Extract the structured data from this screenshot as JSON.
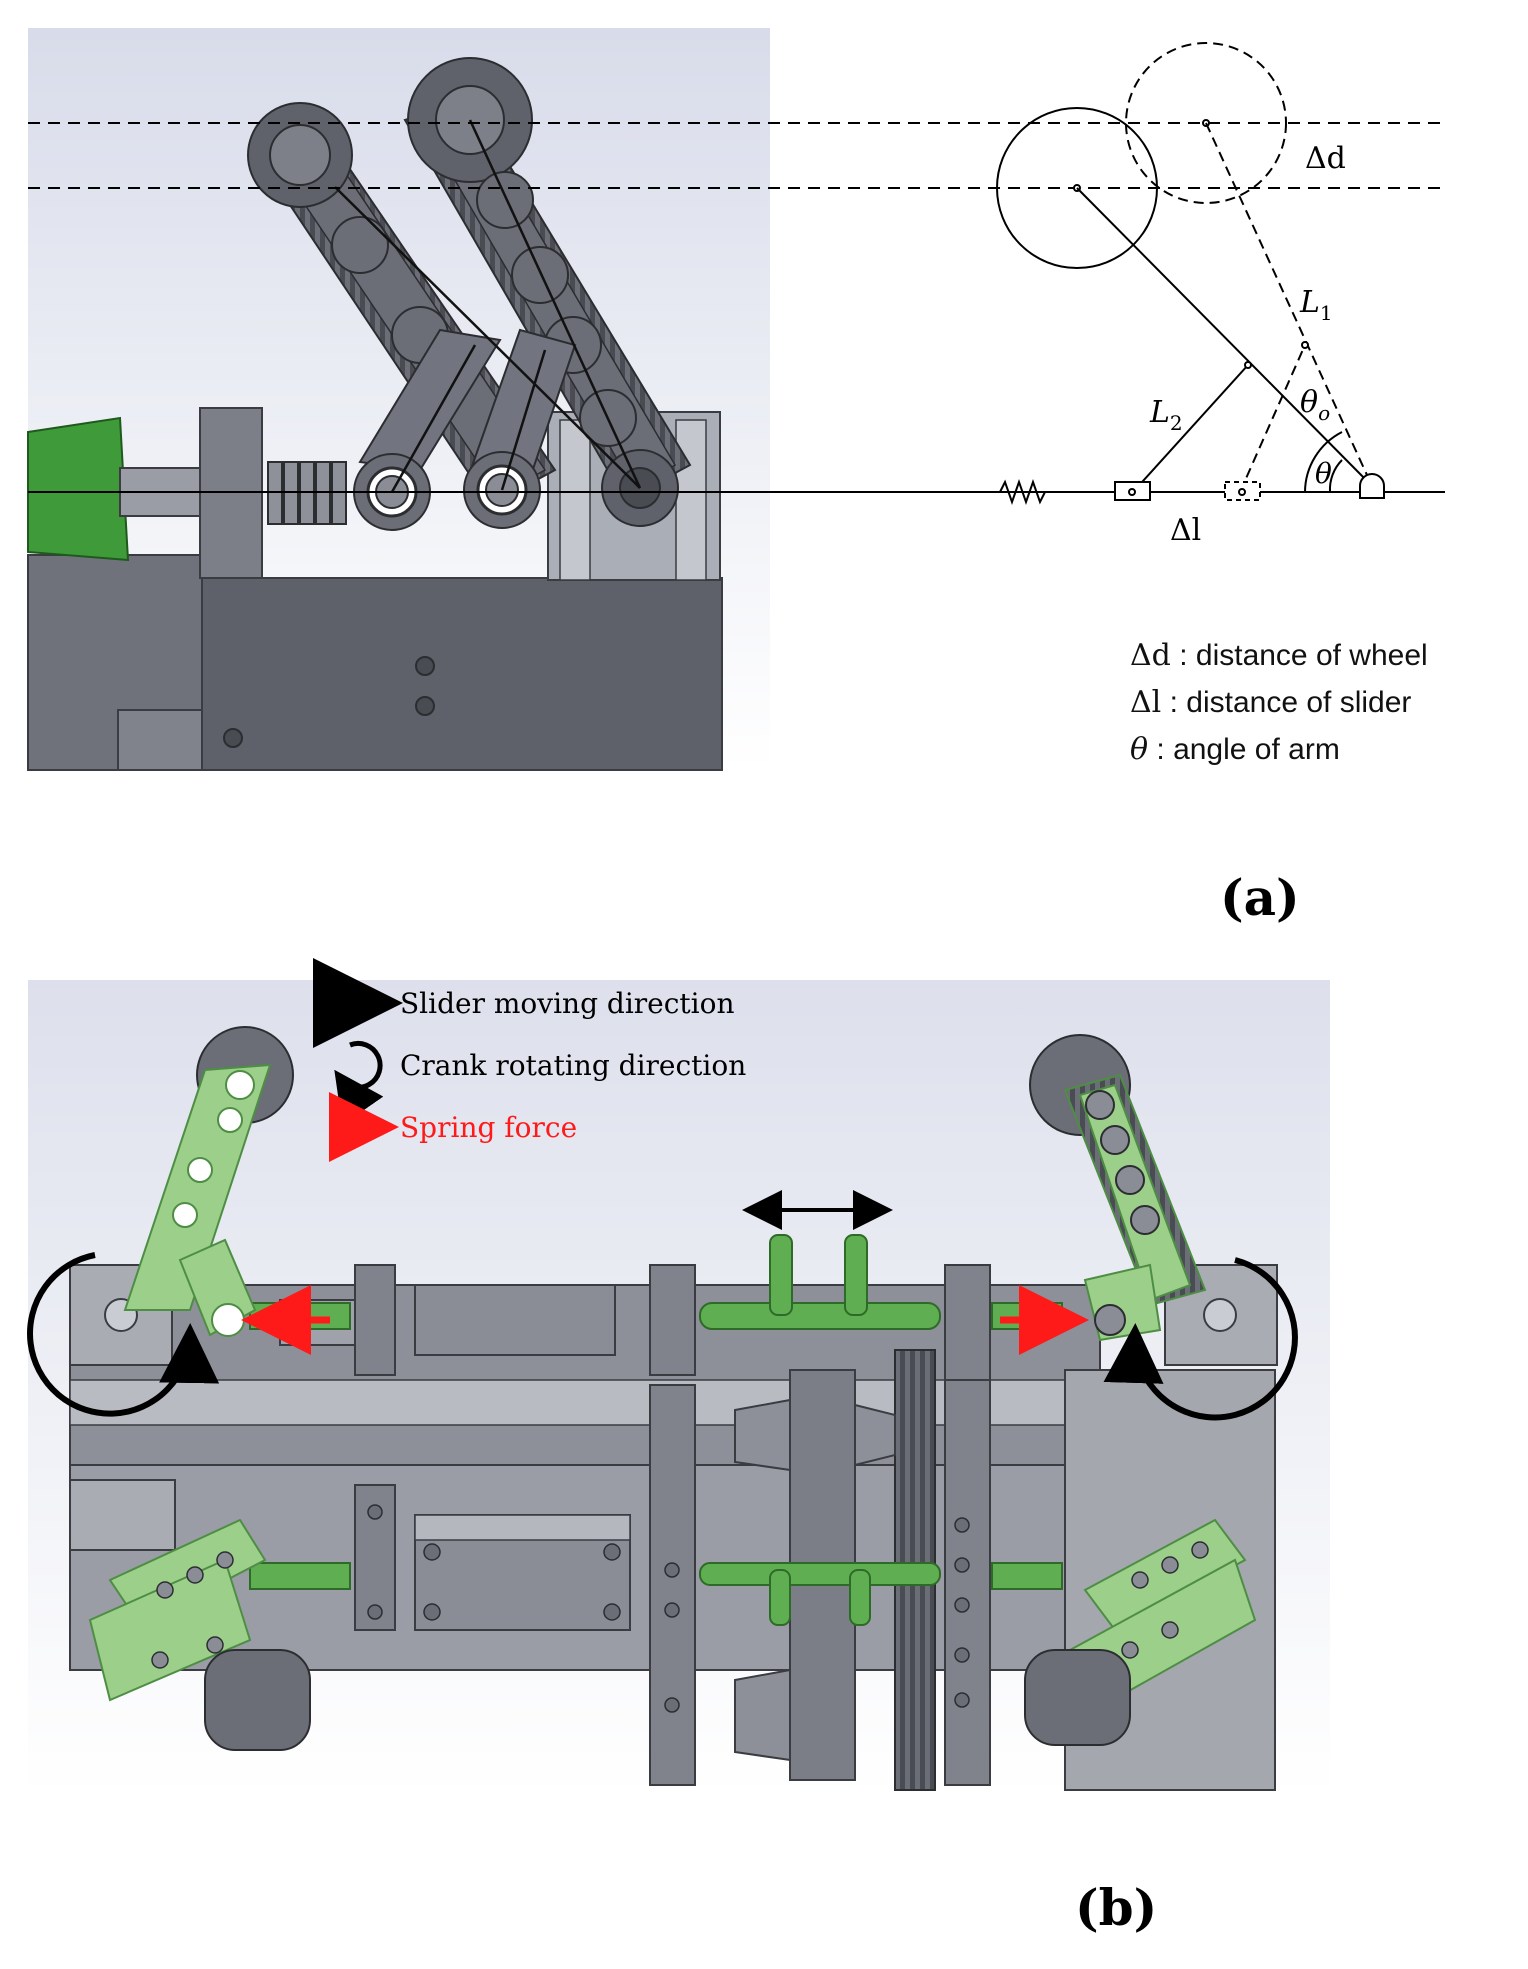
{
  "panel_a": {
    "label": "(a)",
    "symbols": {
      "delta_d": "Δd",
      "L1": "L",
      "L1_sub": "1",
      "L2": "L",
      "L2_sub": "2",
      "theta_o": "θ",
      "theta_o_sub": "o",
      "theta": "θ",
      "delta_l": "Δl"
    },
    "legend": [
      {
        "symbol": "Δd",
        "text": " : distance of wheel"
      },
      {
        "symbol": "Δl",
        "text": " : distance of slider"
      },
      {
        "symbol": "θ",
        "text": " : angle of arm"
      }
    ]
  },
  "panel_b": {
    "label": "(b)",
    "legend": [
      {
        "text": "Slider moving direction",
        "color": "#000000",
        "icon": "black-arrow-icon"
      },
      {
        "text": "Crank rotating direction",
        "color": "#000000",
        "icon": "curved-arrow-icon"
      },
      {
        "text": "Spring force",
        "color": "#ff0000",
        "icon": "red-arrow-icon"
      }
    ]
  },
  "colors": {
    "steel": "#8a8d96",
    "steel_dark": "#5f626b",
    "steel_light": "#b4b7be",
    "green_part": "#9ccf8a",
    "green_dark": "#4e8e44",
    "green_motor": "#3f9a3a",
    "spring_force": "#ff1a1a",
    "background_grad": "#dfe2ee"
  }
}
